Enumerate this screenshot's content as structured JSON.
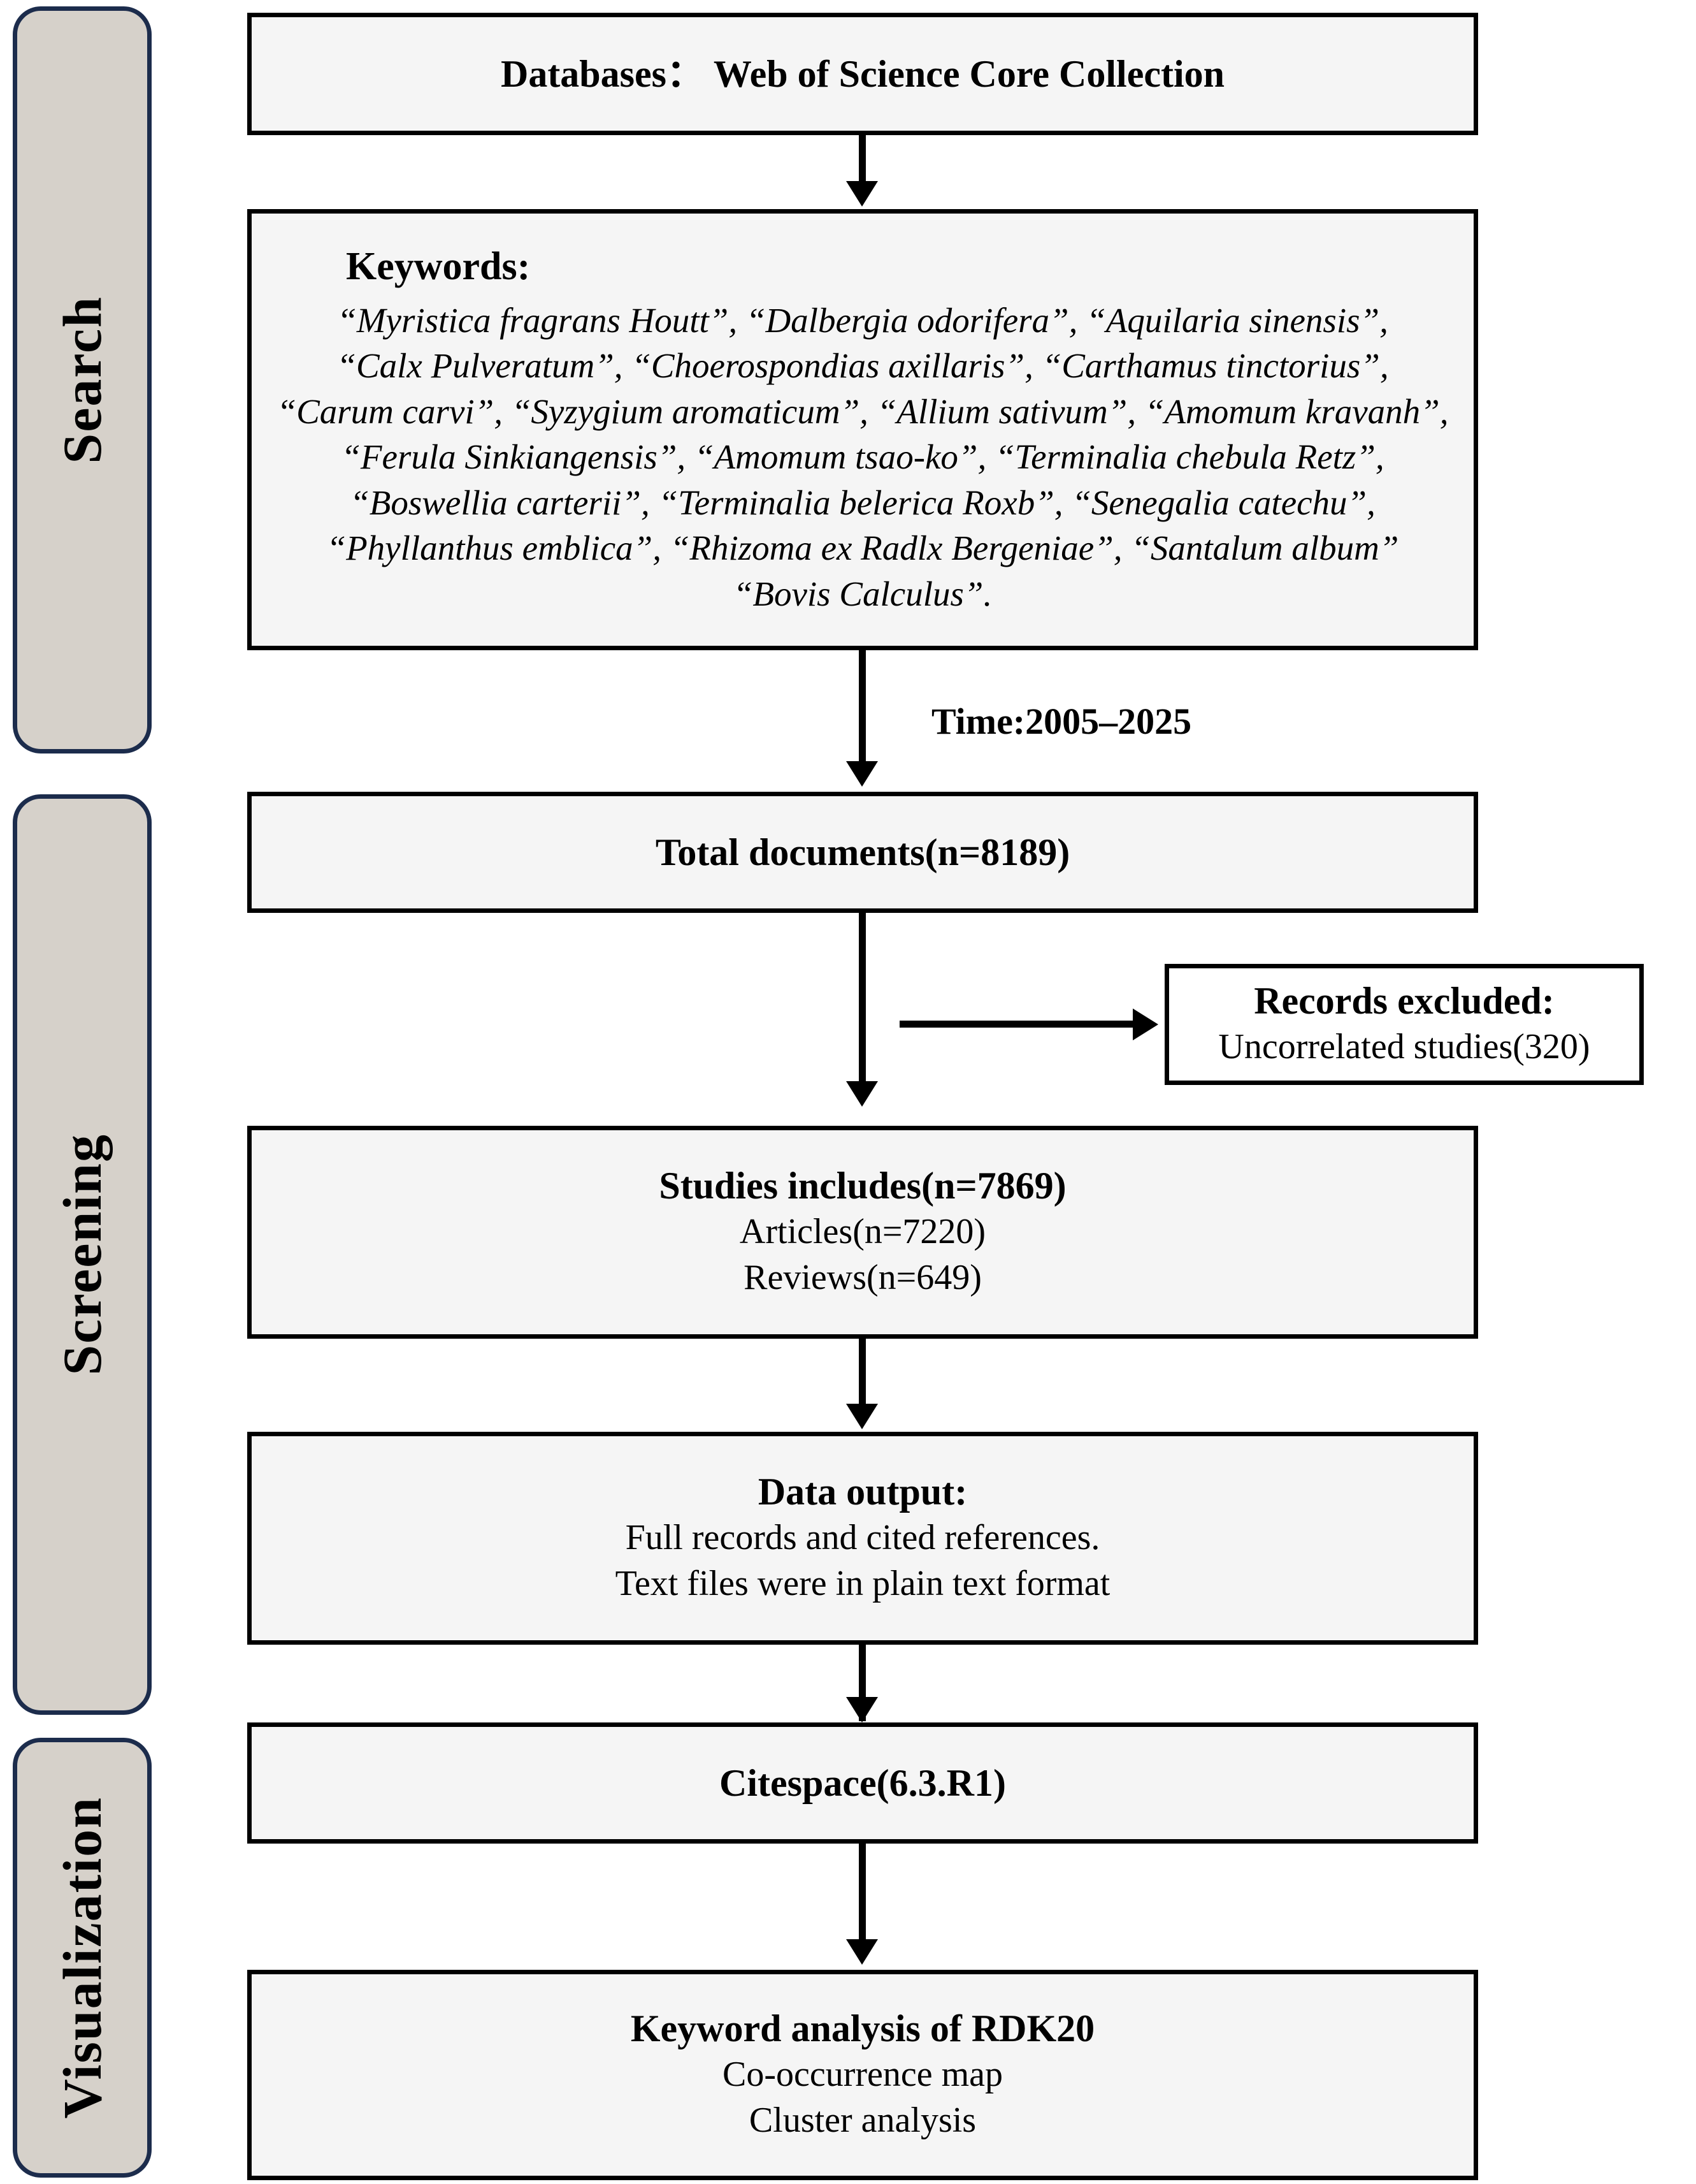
{
  "stages": [
    {
      "label": "Search"
    },
    {
      "label": "Screening"
    },
    {
      "label": "Visualization"
    }
  ],
  "boxes": {
    "databases": {
      "title": "Databases： Web of Science Core Collection"
    },
    "keywords": {
      "heading": "Keywords:",
      "lines": [
        "“Myristica fragrans Houtt”, “Dalbergia odorifera”, “Aquilaria sinensis”,",
        "“Calx Pulveratum”, “Choerospondias axillaris”, “Carthamus tinctorius”,",
        "“Carum carvi”, “Syzygium aromaticum”, “Allium sativum”, “Amomum kravanh”,",
        "“Ferula Sinkiangensis”, “Amomum tsao-ko”, “Terminalia chebula Retz”,",
        "“Boswellia carterii”, “Terminalia belerica Roxb”, “Senegalia catechu”,",
        "“Phyllanthus emblica”, “Rhizoma ex Radlx Bergeniae”, “Santalum album”",
        "“Bovis Calculus”."
      ]
    },
    "total_documents": {
      "title": "Total documents(n=8189)"
    },
    "records_excluded": {
      "title": "Records excluded:",
      "detail": "Uncorrelated studies(320)"
    },
    "studies_included": {
      "title": "Studies includes(n=7869)",
      "detail_1": "Articles(n=7220)",
      "detail_2": "Reviews(n=649)"
    },
    "data_output": {
      "title": "Data output:",
      "detail_1": "Full records and cited references.",
      "detail_2": "Text files were in plain text format"
    },
    "software": {
      "title": "Citespace(6.3.R1)"
    },
    "analysis": {
      "title": "Keyword analysis of  RDK20",
      "detail_1": "Co-occurrence map",
      "detail_2": "Cluster analysis"
    }
  },
  "edges": {
    "time_filter": "Time:2005–2025"
  },
  "colors": {
    "panel_fill": "#d6d1ca",
    "panel_border": "#1c2c4c",
    "box_fill": "#f5f5f5",
    "box_border": "#000000",
    "text": "#000000"
  }
}
